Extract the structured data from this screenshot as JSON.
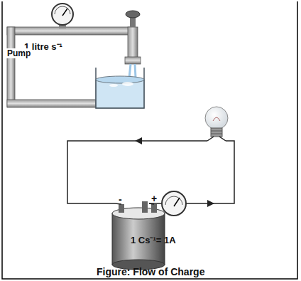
{
  "diagram": {
    "caption": "Figure: Flow of Charge",
    "labels": [
      "1 litre s⁻¹",
      "Pump",
      "-",
      "+",
      "1 Cs⁻¹= 1A"
    ]
  }
}
